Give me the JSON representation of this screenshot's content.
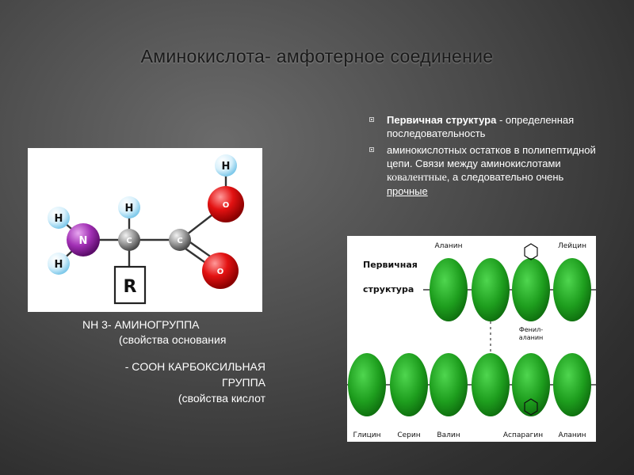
{
  "slide": {
    "title": "Аминокислота- амфотерное соединение"
  },
  "bullets": [
    {
      "bold": "Первичная структура",
      "text": " - определенная последовательность"
    },
    {
      "text": "аминокислотных  остатков в полипептидной  цепи. Связи между аминокислотами ",
      "serif": "ковалентные",
      "text2": ", а следовательно очень ",
      "underline": "прочные"
    }
  ],
  "molecule": {
    "atoms": [
      "H",
      "H",
      "H",
      "N",
      "C",
      "C",
      "O",
      "O",
      "H",
      "R"
    ]
  },
  "captions": {
    "nh3_line": "NH 3-      АМИНОГРУППА",
    "nh3_props": "(свойства основания",
    "cooh_line1": "- COOH  КАРБОКСИЛЬНАЯ",
    "cooh_line2": "ГРУППА",
    "cooh_props": "(свойства кислот"
  },
  "peptide": {
    "title_line1": "Первичная",
    "title_line2": "структура",
    "top_labels": [
      "Аланин",
      "Лейцин"
    ],
    "side_label_line1": "Фенил-",
    "side_label_line2": "аланин",
    "bottom_labels": [
      "Глицин",
      "Серин",
      "Валин",
      "Аспарагин",
      "Аланин"
    ],
    "residue_color": "#1e9e1e"
  }
}
